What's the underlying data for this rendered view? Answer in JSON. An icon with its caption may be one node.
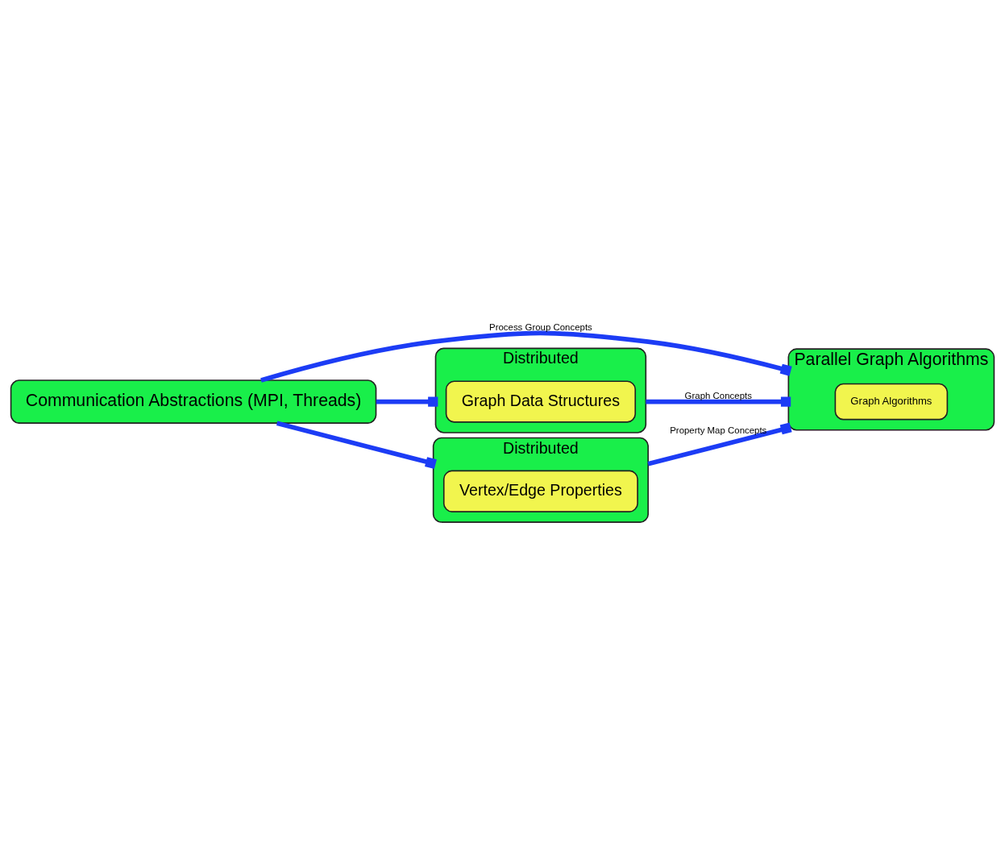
{
  "diagram": {
    "nodes": [
      {
        "text": [
          "Communication Abstractions (MPI, Threads)"
        ]
      },
      {
        "text": [
          "Parallel Graph Algorithms"
        ]
      },
      {
        "text": [
          "Graph Algorithms"
        ],
        "in": 1
      },
      {
        "text": [
          "Distributed"
        ]
      },
      {
        "text": [
          "Graph Data Structures"
        ],
        "in": 3
      },
      {
        "text": [
          "Distributed"
        ]
      },
      {
        "text": [
          "Vertex/Edge Properties"
        ],
        "in": 5
      }
    ],
    "edges": [
      {
        "from": 0,
        "to": 1,
        "arrow": "other",
        "label": "Process Group Concepts"
      },
      {
        "from": 0,
        "to": 3,
        "arrow": "other"
      },
      {
        "from": 3,
        "to": 1,
        "arrow": "other",
        "label": "Graph Concepts"
      },
      {
        "from": 0,
        "to": 5,
        "arrow": "other"
      },
      {
        "from": 5,
        "to": 1,
        "arrow": "other",
        "label": "Property Map Concepts"
      }
    ]
  }
}
